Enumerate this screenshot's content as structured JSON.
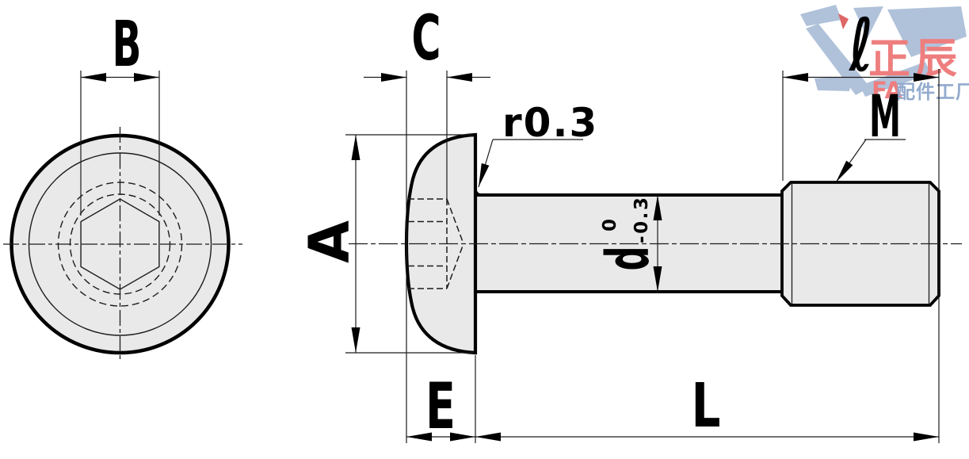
{
  "drawing_type": "screw-engineering-drawing",
  "colors": {
    "part_fill": "#e9e9e9",
    "outline": "#000000",
    "thin_line": "#1c1c1c",
    "logo_blue": "#b0c2da",
    "logo_red_accent": "#dd6666",
    "brand_red": "#ee7e7e",
    "brand_blue": "#93abcd"
  },
  "dimensions": {
    "socket_width_across_flats": {
      "label": "B"
    },
    "socket_depth": {
      "label": "C"
    },
    "head_diameter": {
      "label": "A"
    },
    "head_height": {
      "label": "E"
    },
    "length": {
      "label": "L"
    },
    "thread_length": {
      "label": "ℓ"
    },
    "thread_size": {
      "label": "M"
    },
    "shank_diameter": {
      "label": "d",
      "tolerance_upper": "0",
      "tolerance_lower": "-0.3"
    },
    "fillet_radius_callout": {
      "label": "r0.3"
    }
  },
  "watermark": {
    "brand": "正辰",
    "sub_red": "FA",
    "sub_blue": "配件工厂"
  }
}
